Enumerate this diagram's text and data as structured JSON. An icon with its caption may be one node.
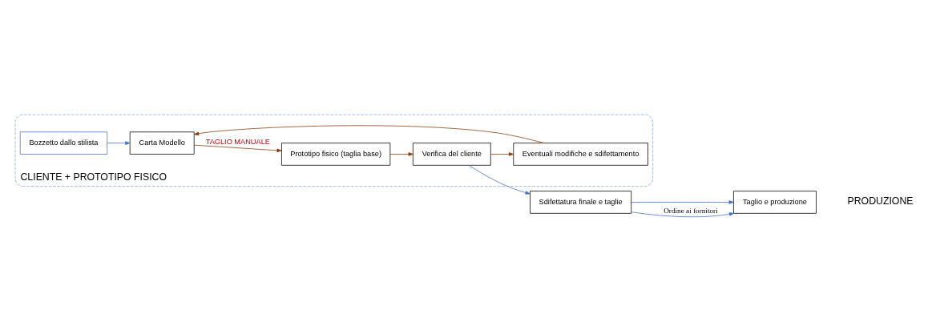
{
  "diagram": {
    "nodes": [
      {
        "text": [
          "CLIENTE + PROTOTIPO FISICO"
        ]
      },
      {
        "text": [
          "Bozzetto dallo stilista"
        ],
        "in": 0
      },
      {
        "text": [
          "Carta Modello"
        ],
        "in": 0
      },
      {
        "text": [
          "Prototipo fisico (taglia base)"
        ],
        "in": 0
      },
      {
        "text": [
          "Verifica del cliente"
        ],
        "in": 0
      },
      {
        "text": [
          "Eventuali modifiche e sdifettamento"
        ],
        "in": 0
      },
      {
        "text": [
          "Sdifettatura finale e taglie"
        ]
      },
      {
        "text": [
          "Taglio e produzione"
        ]
      }
    ],
    "edges": [
      {
        "from": 1,
        "to": 2,
        "arrow": "to",
        "color": "#4472c4"
      },
      {
        "from": 2,
        "to": 3,
        "arrow": "to",
        "label": "TAGLIO MANUALE",
        "color": "#843c0c"
      },
      {
        "from": 3,
        "to": 4,
        "arrow": "to",
        "color": "#843c0c"
      },
      {
        "from": 4,
        "to": 6,
        "arrow": "to",
        "color": "#4472c4"
      },
      {
        "from": 4,
        "to": 5,
        "arrow": "to",
        "color": "#843c0c"
      },
      {
        "from": 5,
        "to": 2,
        "arrow": "to",
        "color": "#843c0c"
      },
      {
        "from": 6,
        "to": 7,
        "arrow": "to",
        "color": "#4472c4"
      },
      {
        "from": 6,
        "to": 7,
        "arrow": "to",
        "label": "Ordine ai fornitori",
        "color": "#4472c4"
      }
    ],
    "labels": [
      "PRODUZIONE"
    ]
  }
}
